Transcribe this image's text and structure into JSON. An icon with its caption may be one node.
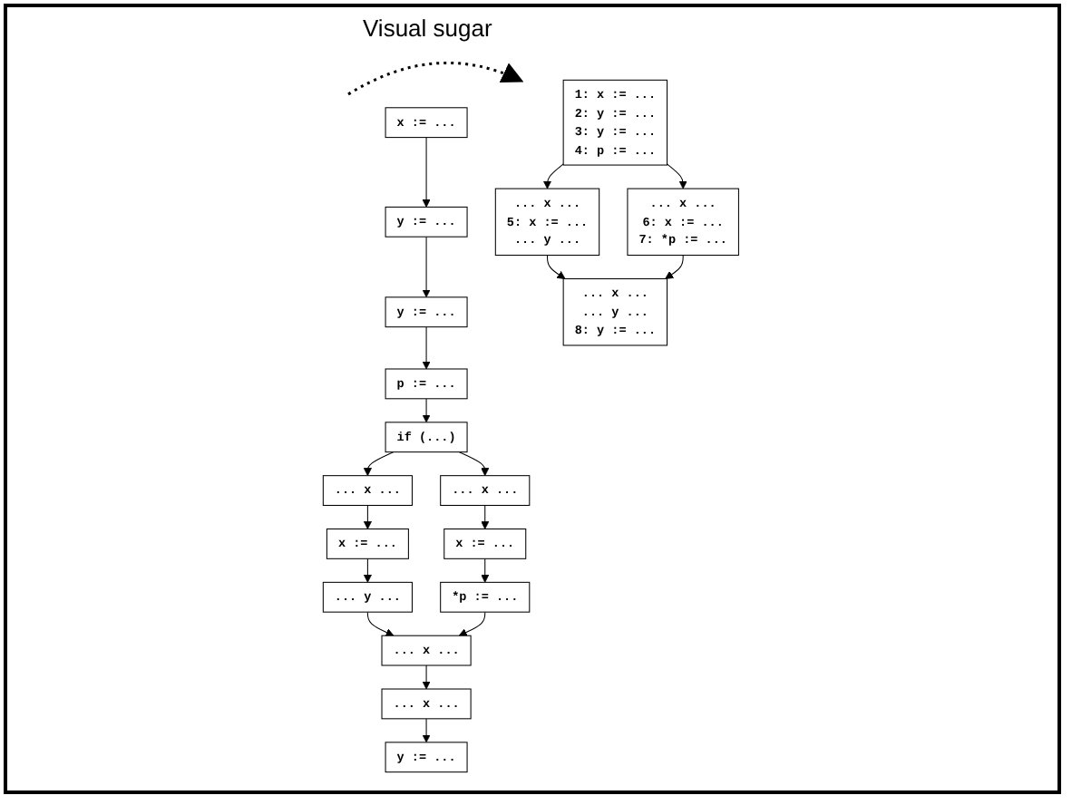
{
  "diagram": {
    "nodes": [
      {
        "text": [
          "x := ..."
        ]
      },
      {
        "text": [
          "y := ..."
        ]
      },
      {
        "text": [
          "y := ..."
        ]
      },
      {
        "text": [
          "p := ..."
        ]
      },
      {
        "text": [
          "if (...)"
        ]
      },
      {
        "text": [
          "... x ..."
        ]
      },
      {
        "text": [
          "x := ..."
        ]
      },
      {
        "text": [
          "... y ..."
        ]
      },
      {
        "text": [
          "... x ..."
        ]
      },
      {
        "text": [
          "x := ..."
        ]
      },
      {
        "text": [
          "*p := ..."
        ]
      },
      {
        "text": [
          "... x ..."
        ]
      },
      {
        "text": [
          "... x ..."
        ]
      },
      {
        "text": [
          "y := ..."
        ]
      },
      {
        "text": [
          "1: x := ...",
          "2: y := ...",
          "3: y := ...",
          "4: p := ..."
        ]
      },
      {
        "text": [
          "... x ...",
          "5: x := ...",
          "... y ..."
        ]
      },
      {
        "text": [
          "... x ...",
          "6: x := ...",
          "7: *p := ..."
        ]
      },
      {
        "text": [
          "... x ...",
          "... y ...",
          "8: y := ..."
        ]
      }
    ],
    "edges": [
      {
        "from": 0,
        "to": 1,
        "arrow": "to"
      },
      {
        "from": 1,
        "to": 2,
        "arrow": "to"
      },
      {
        "from": 2,
        "to": 3,
        "arrow": "to"
      },
      {
        "from": 3,
        "to": 4,
        "arrow": "to"
      },
      {
        "from": 4,
        "to": 5,
        "arrow": "to"
      },
      {
        "from": 4,
        "to": 8,
        "arrow": "to"
      },
      {
        "from": 5,
        "to": 6,
        "arrow": "to"
      },
      {
        "from": 6,
        "to": 7,
        "arrow": "to"
      },
      {
        "from": 8,
        "to": 9,
        "arrow": "to"
      },
      {
        "from": 9,
        "to": 10,
        "arrow": "to"
      },
      {
        "from": 7,
        "to": 11,
        "arrow": "to"
      },
      {
        "from": 10,
        "to": 11,
        "arrow": "to"
      },
      {
        "from": 11,
        "to": 12,
        "arrow": "to"
      },
      {
        "from": 12,
        "to": 13,
        "arrow": "to"
      },
      {
        "from": 14,
        "to": 15,
        "arrow": "to"
      },
      {
        "from": 14,
        "to": 16,
        "arrow": "to"
      },
      {
        "from": 15,
        "to": 17,
        "arrow": "to"
      },
      {
        "from": 16,
        "to": 17,
        "arrow": "to"
      }
    ],
    "labels": [
      "Visual sugar"
    ]
  }
}
